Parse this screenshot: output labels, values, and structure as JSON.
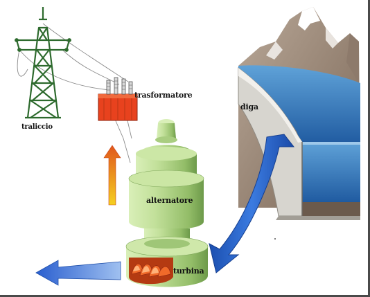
{
  "labels": {
    "traliccio": "traliccio",
    "trasformatore": "trasformatore",
    "diga": "diga",
    "alternatore": "alternatore",
    "turbina": "turbina"
  },
  "colors": {
    "tower": "#2d6a2d",
    "transformer": "#e8421e",
    "generator": "#b7d98a",
    "generator_shade": "#6d9a4a",
    "water": "#2f6fb5",
    "water_arrow": "#2a63c8",
    "mountain": "#9a8574",
    "up_arrow_top": "#e0561c",
    "up_arrow_bottom": "#f5d020"
  }
}
